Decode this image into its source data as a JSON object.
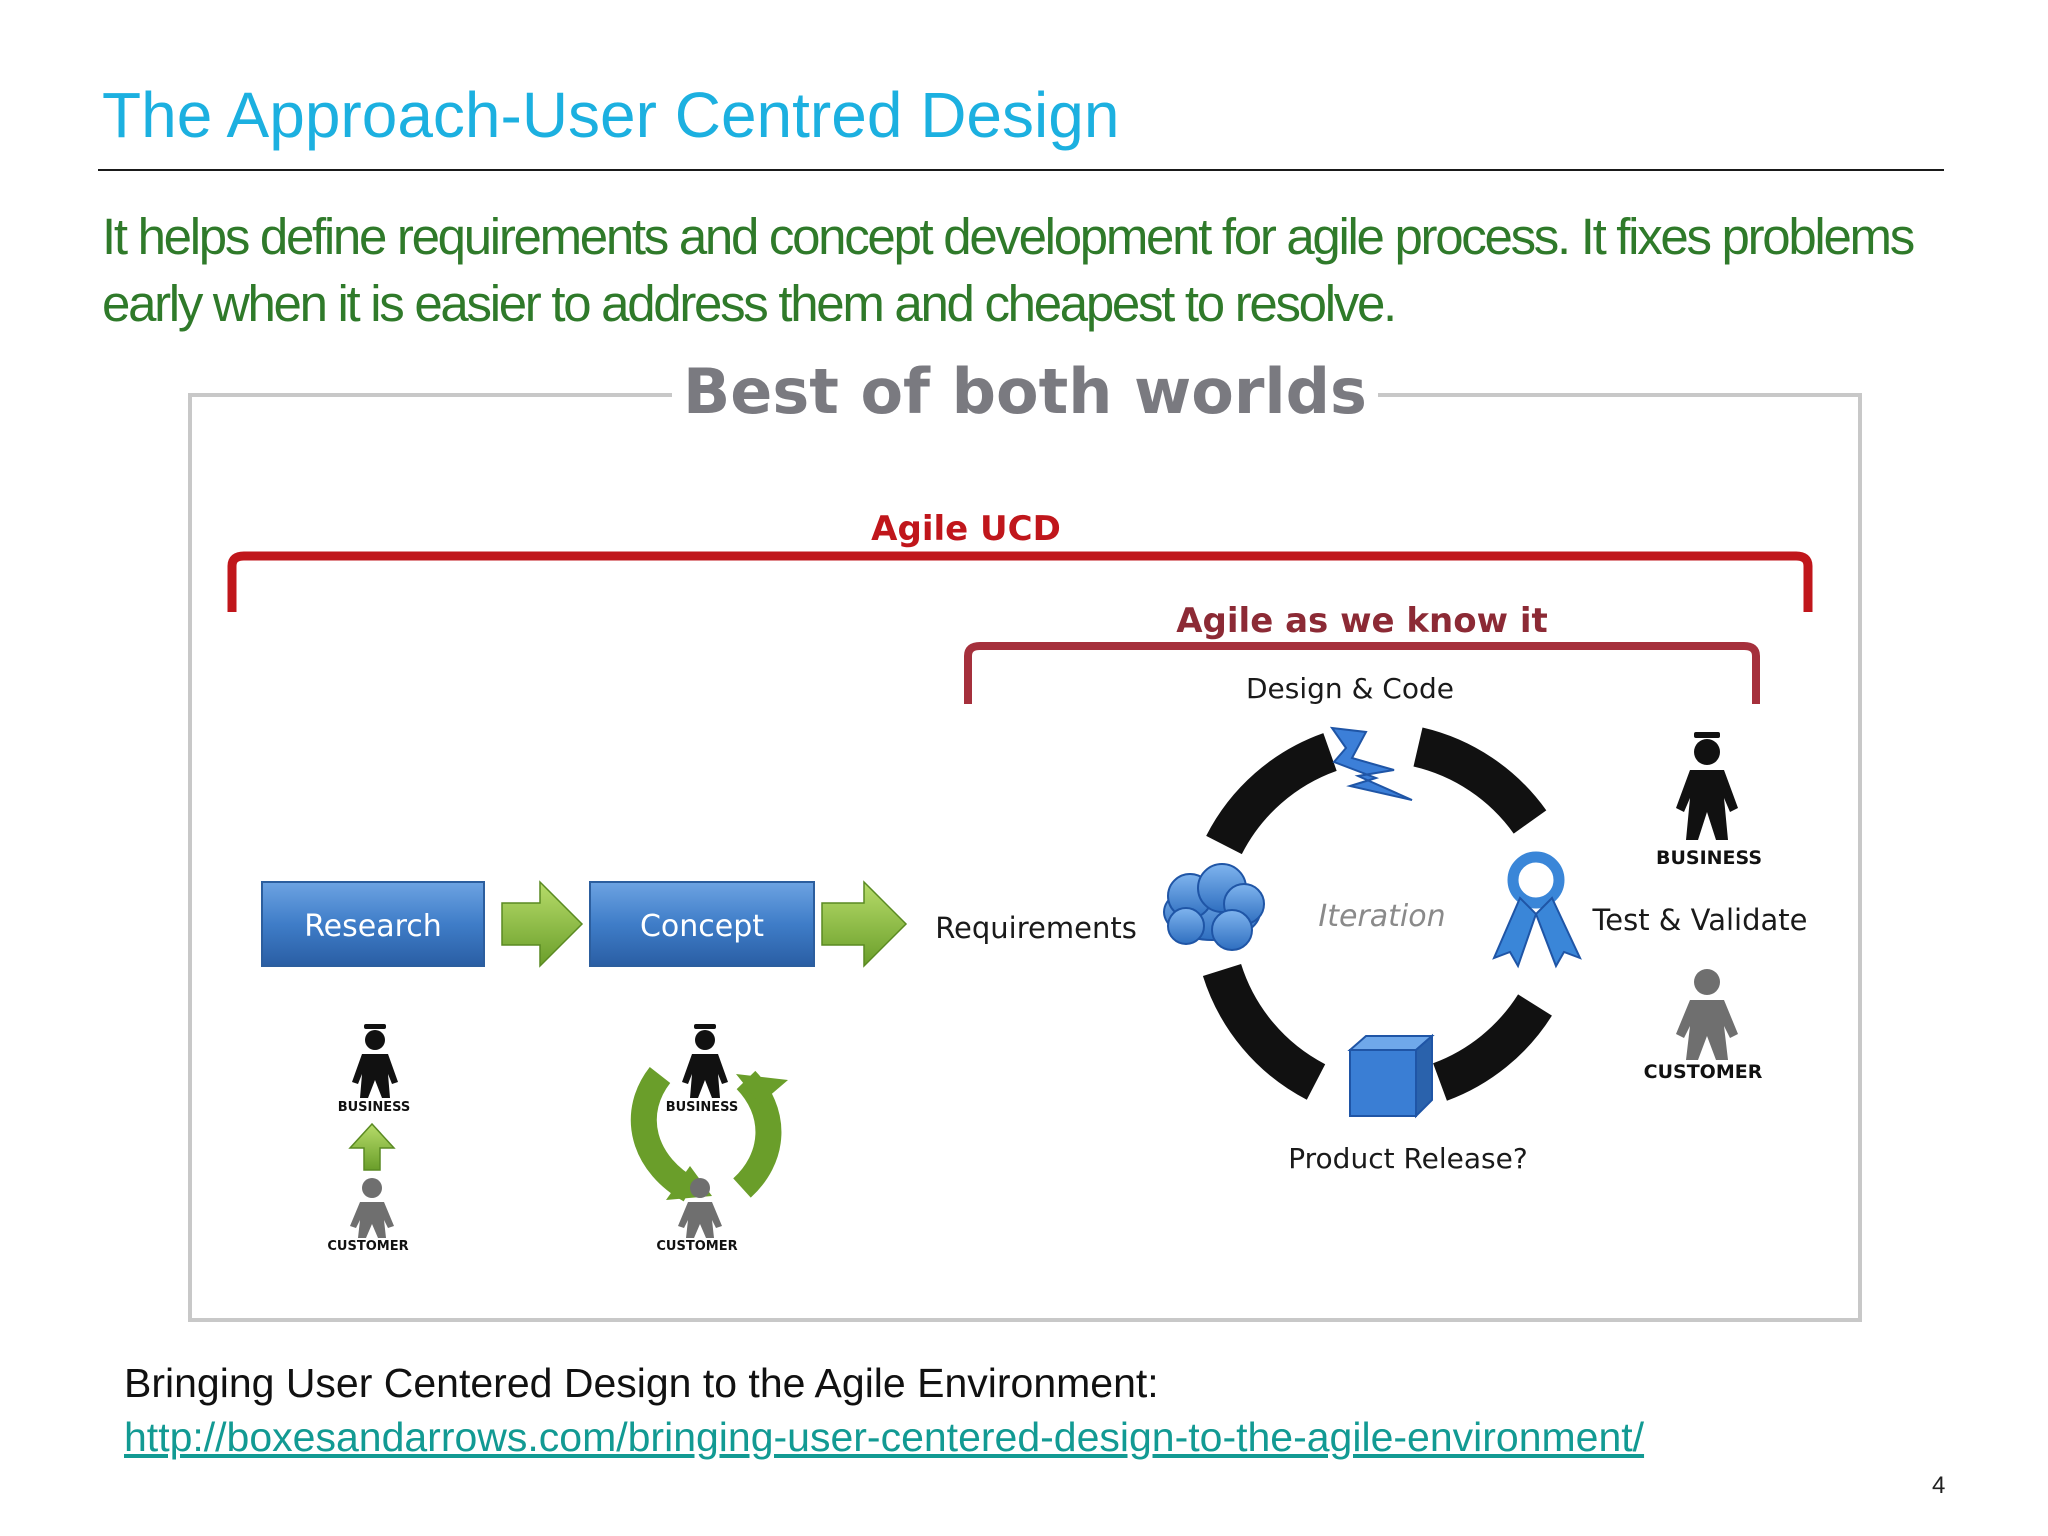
{
  "slide": {
    "title": "The Approach-User Centred Design",
    "subtitle": "It helps define requirements and concept development for agile process. It fixes problems early when it is easier to address them and cheapest to resolve.",
    "page_number": "4"
  },
  "diagram": {
    "frame_title": "Best of both worlds",
    "agile_ucd_label": "Agile UCD",
    "agile_known_label": "Agile as we know it",
    "research_label": "Research",
    "concept_label": "Concept",
    "requirements_label": "Requirements",
    "design_code_label": "Design & Code",
    "iteration_label": "Iteration",
    "test_validate_label": "Test & Validate",
    "product_release_label": "Product Release?",
    "business_label": "BUSINESS",
    "customer_label": "CUSTOMER",
    "colors": {
      "blue_box": "#3f7dc8",
      "green_arrow": "#7fb13a",
      "red_bracket": "#c0161b",
      "cycle_segment": "#111111"
    }
  },
  "source": {
    "text": "Bringing User Centered Design to the Agile Environment:",
    "link": "http://boxesandarrows.com/bringing-user-centered-design-to-the-agile-environment/"
  }
}
